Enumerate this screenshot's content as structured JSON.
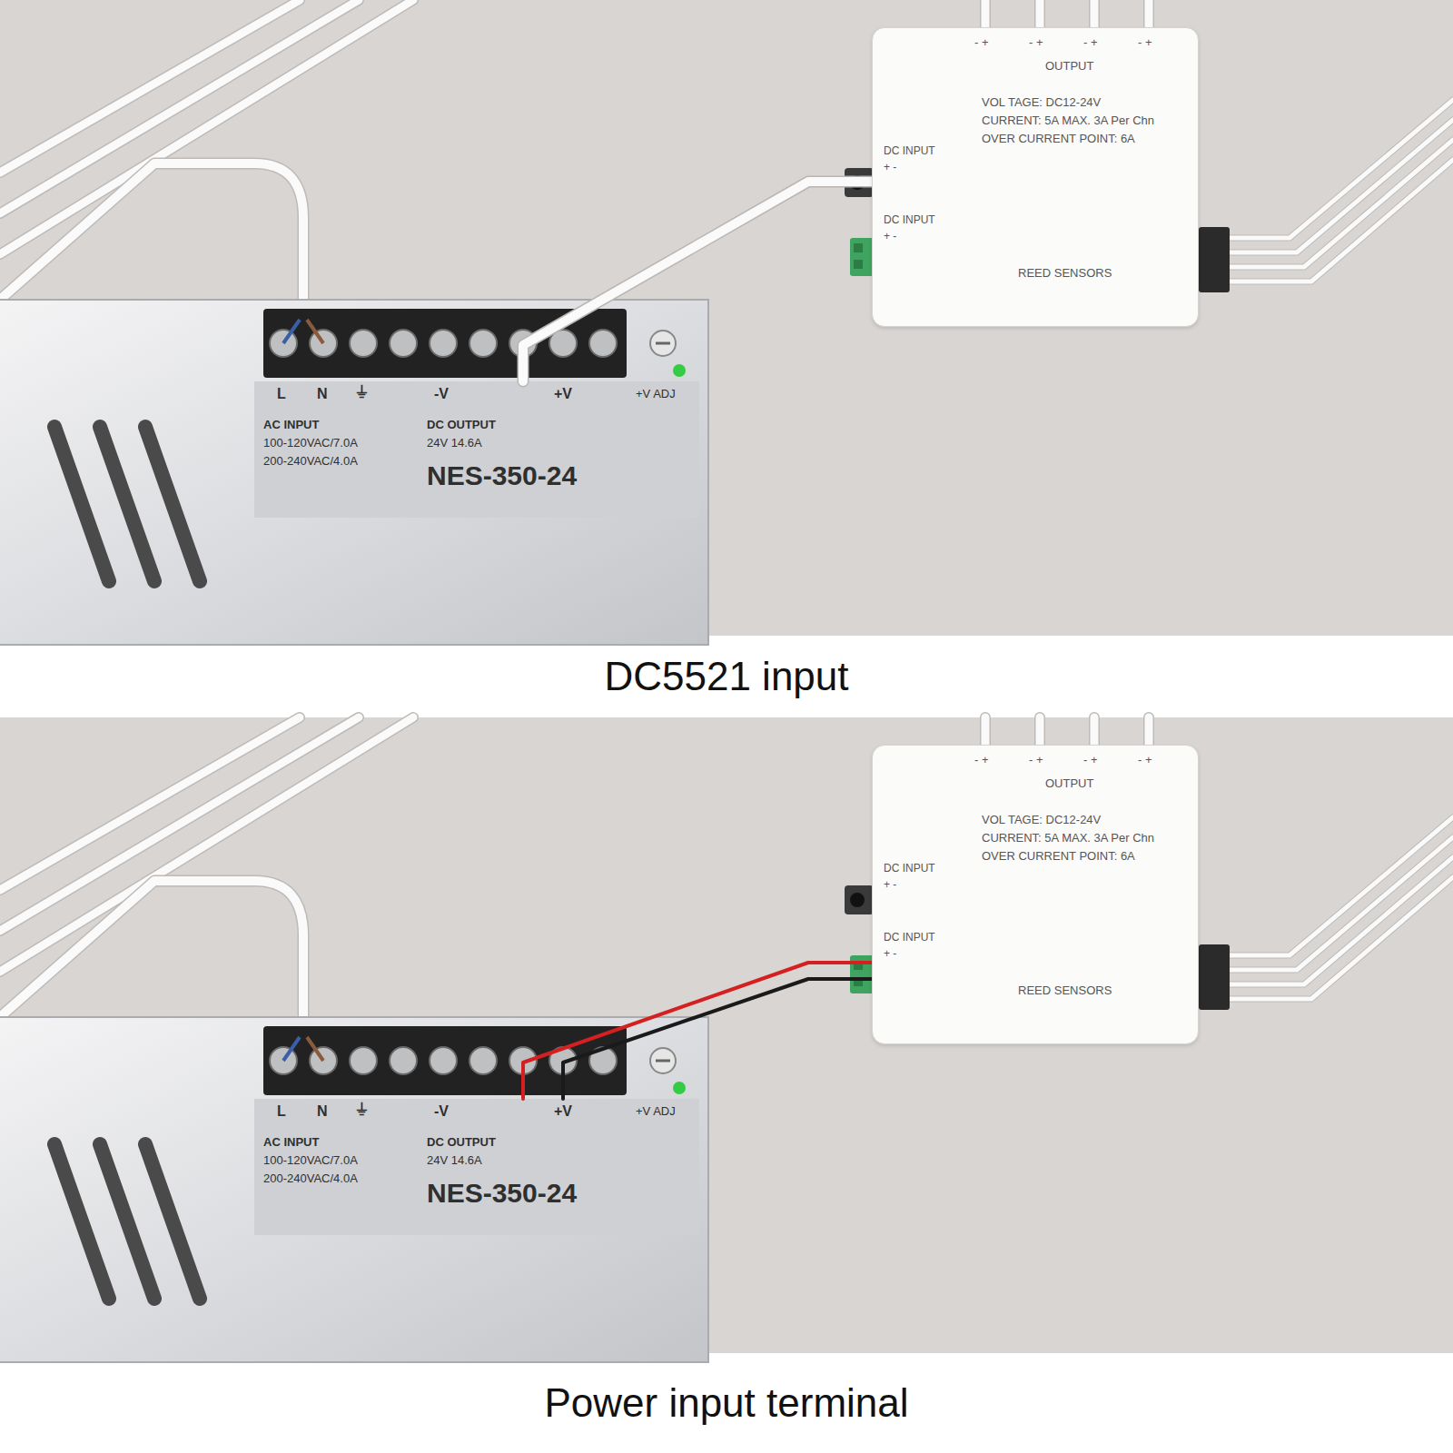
{
  "diagram": {
    "nodes": [
      {
        "text": [
          "L",
          "N",
          "⏚",
          "-V",
          "+V",
          "+V ADJ",
          "AC INPUT",
          "100-120VAC/7.0A",
          "200-240VAC/4.0A",
          "DC OUTPUT",
          "24V 14.6A",
          "NES-350-24"
        ]
      },
      {
        "text": [
          "- +",
          "- +",
          "- +",
          "- +",
          "OUTPUT",
          "VOL TAGE: DC12-24V",
          "CURRENT: 5A MAX. 3A Per Chn",
          "OVER CURRENT POINT: 6A",
          "DC INPUT",
          "+ -",
          "DC INPUT",
          "+ -",
          "REED SENSORS"
        ]
      },
      {
        "text": [
          "L",
          "N",
          "⏚",
          "-V",
          "+V",
          "+V ADJ",
          "AC INPUT",
          "100-120VAC/7.0A",
          "200-240VAC/4.0A",
          "DC OUTPUT",
          "24V 14.6A",
          "NES-350-24"
        ]
      },
      {
        "text": [
          "- +",
          "- +",
          "- +",
          "- +",
          "OUTPUT",
          "VOL TAGE: DC12-24V",
          "CURRENT: 5A MAX. 3A Per Chn",
          "OVER CURRENT POINT: 6A",
          "DC INPUT",
          "+ -",
          "DC INPUT",
          "+ -",
          "REED SENSORS"
        ]
      }
    ],
    "edges": [
      {
        "from": 0,
        "to": 1,
        "arrow": "none"
      },
      {
        "from": 2,
        "to": 3,
        "arrow": "none"
      }
    ],
    "labels": [
      "DC5521 input",
      "Power input terminal"
    ]
  }
}
